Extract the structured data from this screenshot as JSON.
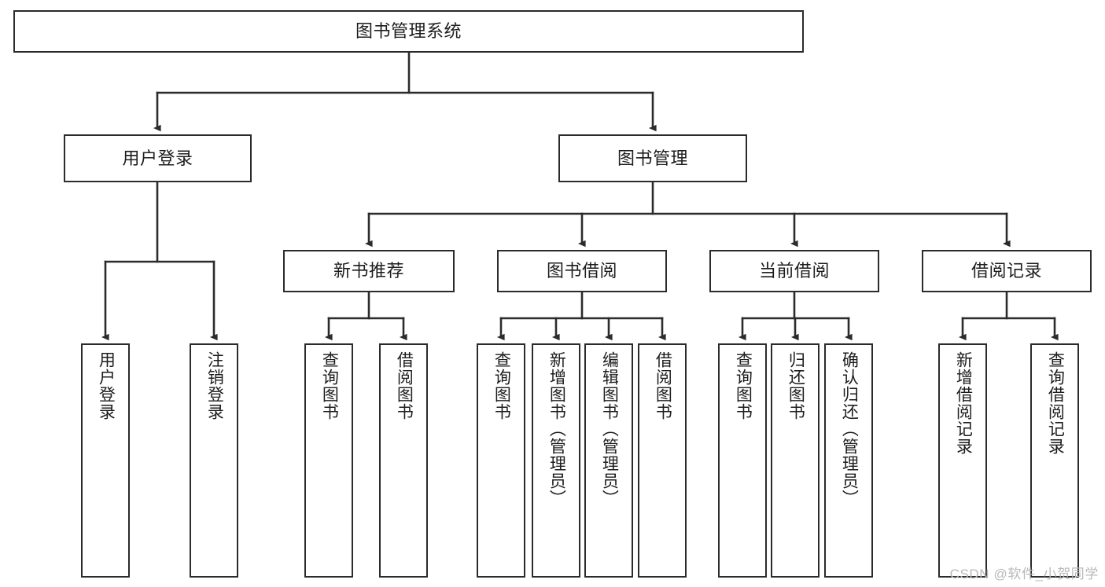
{
  "diagram": {
    "title": "图书管理系统",
    "type": "hierarchy-tree",
    "colors": {
      "box_border": "#2b2b2b",
      "box_fill": "#ffffff",
      "edge": "#2b2b2b",
      "text": "#1d1d1d",
      "watermark": "#b9b9b9"
    },
    "nodes": {
      "root": {
        "label": "图书管理系统"
      },
      "level2": [
        {
          "label": "用户登录"
        },
        {
          "label": "图书管理"
        }
      ],
      "level3": [
        {
          "label": "新书推荐"
        },
        {
          "label": "图书借阅"
        },
        {
          "label": "当前借阅"
        },
        {
          "label": "借阅记录"
        }
      ],
      "leaves_user_login": [
        {
          "label": "用户登录"
        },
        {
          "label": "注销登录"
        }
      ],
      "leaves_new_book": [
        {
          "label": "查询图书"
        },
        {
          "label": "借阅图书"
        }
      ],
      "leaves_borrow": [
        {
          "label": "查询图书"
        },
        {
          "label": "新增图书（管理员）"
        },
        {
          "label": "编辑图书（管理员）"
        },
        {
          "label": "借阅图书"
        }
      ],
      "leaves_current": [
        {
          "label": "查询图书"
        },
        {
          "label": "归还图书"
        },
        {
          "label": "确认归还（管理员）"
        }
      ],
      "leaves_records": [
        {
          "label": "新增借阅记录"
        },
        {
          "label": "查询借阅记录"
        }
      ]
    },
    "watermark": "CSDN @软件_小贺同学"
  }
}
